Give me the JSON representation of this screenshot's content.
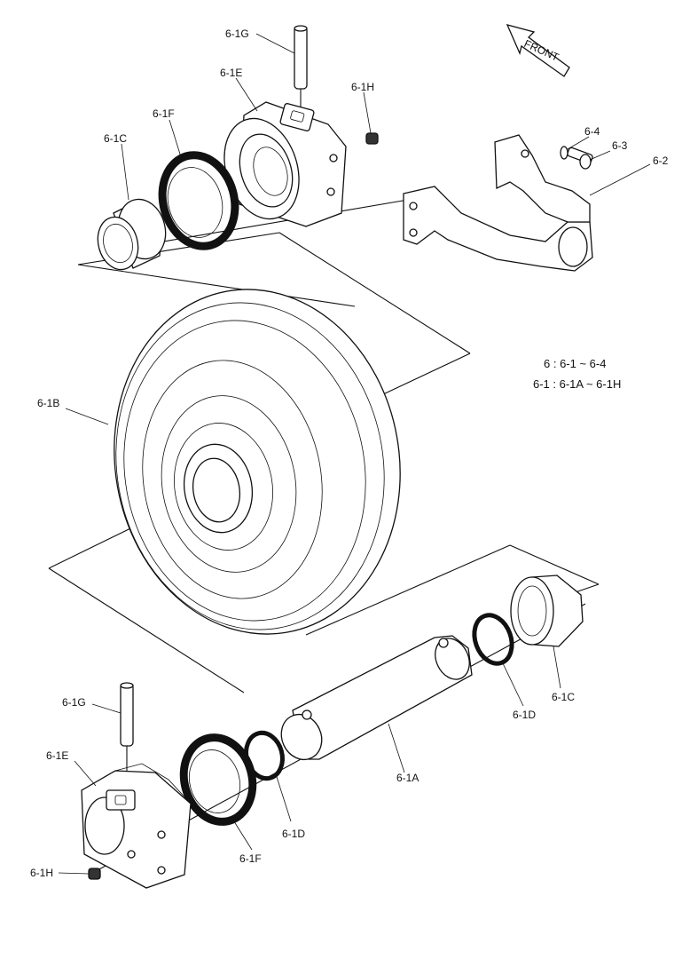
{
  "front_label": "FRONT",
  "notes": [
    "6 : 6-1 ~ 6-4",
    "6-1 : 6-1A ~ 6-1H"
  ],
  "callouts": {
    "g_top": "6-1G",
    "e_top": "6-1E",
    "h_top": "6-1H",
    "f_top": "6-1F",
    "c_top": "6-1C",
    "p64": "6-4",
    "p63": "6-3",
    "p62": "6-2",
    "b": "6-1B",
    "c_bot": "6-1C",
    "d_right": "6-1D",
    "a": "6-1A",
    "g_bot": "6-1G",
    "e_bot": "6-1E",
    "d_bot": "6-1D",
    "f_bot": "6-1F",
    "h_bot": "6-1H"
  }
}
